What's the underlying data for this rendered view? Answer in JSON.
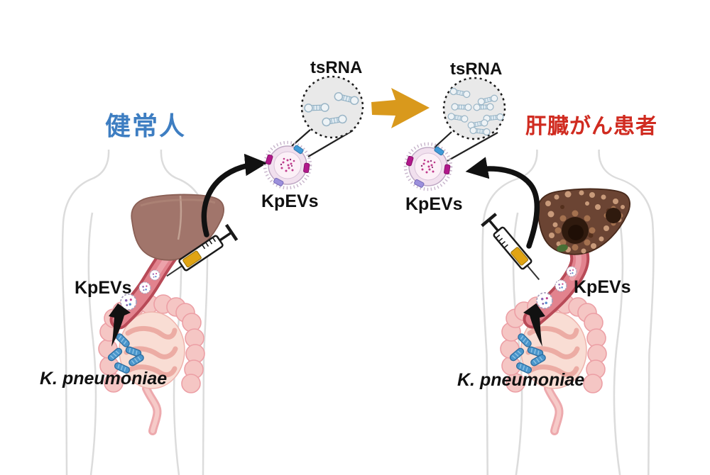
{
  "left_panel": {
    "title": "健常人",
    "tsrna_label": "tsRNA",
    "vesicle_label": "KpEVs",
    "vessel_label": "KpEVs",
    "bacteria_label": "K. pneumoniae"
  },
  "right_panel": {
    "title": "肝臓がん患者",
    "tsrna_label": "tsRNA",
    "vesicle_label": "KpEVs",
    "vessel_label": "KpEVs",
    "bacteria_label": "K. pneumoniae"
  },
  "colors": {
    "healthy_title": "#3e7ec2",
    "patient_title": "#d02b20",
    "transfer_arrow_orange": "#d9991c",
    "black_arrow": "#111111",
    "healthy_liver": "#a1756b",
    "diseased_liver": "#6b4433",
    "vessel_red": "#b84a57",
    "intestine_pink": "#f5c6c4",
    "bacteria_blue": "#4b96cc",
    "tsrna_circle_fill": "#e9e9e9",
    "vesicle_fill": "#f1e0ee"
  }
}
